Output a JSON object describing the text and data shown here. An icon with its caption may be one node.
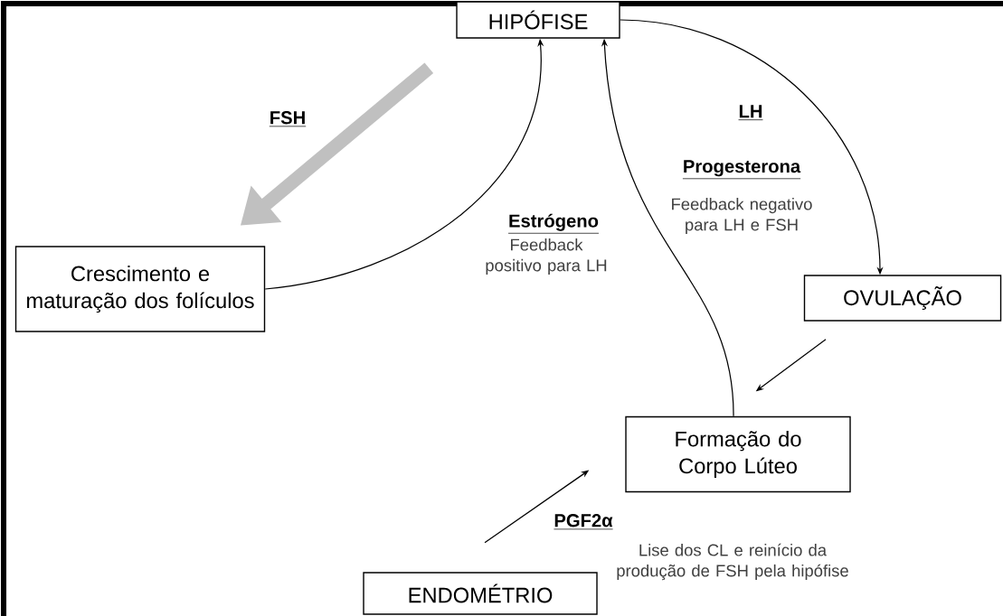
{
  "diagram": {
    "nodes": [
      {
        "text": [
          "HIPÓFISE"
        ]
      },
      {
        "text": [
          "Crescimento e maturação dos folículos"
        ]
      },
      {
        "text": [
          "OVULAÇÃO"
        ]
      },
      {
        "text": [
          "Formação do Corpo Lúteo"
        ]
      },
      {
        "text": [
          "ENDOMÉTRIO"
        ]
      }
    ],
    "edges": [
      {
        "from": 0,
        "to": 1,
        "arrow": "to",
        "label": "FSH",
        "style": "thick",
        "color": "#c0c0c0"
      },
      {
        "from": 1,
        "to": 0,
        "arrow": "to",
        "label": "Estrógeno"
      },
      {
        "from": 0,
        "to": 2,
        "arrow": "to",
        "label": "LH"
      },
      {
        "from": 3,
        "to": 0,
        "arrow": "to",
        "label": "Progesterona"
      },
      {
        "from": 2,
        "to": 3,
        "arrow": "to"
      },
      {
        "from": 4,
        "to": 3,
        "arrow": "to",
        "label": "PGF2α"
      }
    ],
    "labels": [
      "Feedback negativo para LH e FSH",
      "Feedback positivo para LH",
      "Lise dos CL e reinício da produção de FSH pela hipófise"
    ]
  }
}
